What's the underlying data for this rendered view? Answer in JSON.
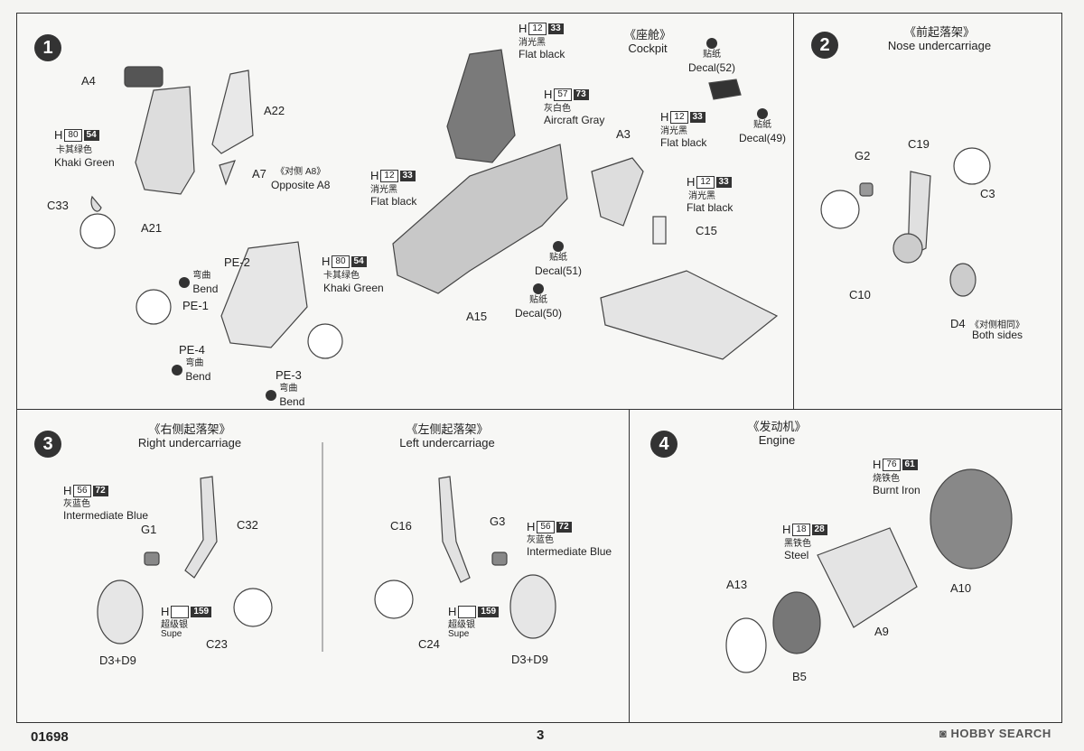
{
  "footer": {
    "product_code": "01698",
    "page_number": "3",
    "watermark": "HOBBY SEARCH"
  },
  "step1": {
    "number": "1",
    "cockpit_title_cn": "《座舱》",
    "cockpit_title_en": "Cockpit",
    "parts": {
      "a4": "A4",
      "a22": "A22",
      "a7": "A7",
      "a8_cn": "《对侧 A8》",
      "a8_en": "Opposite A8",
      "c33": "C33",
      "a21": "A21",
      "pe2": "PE-2",
      "pe1": "PE-1",
      "pe4": "PE-4",
      "pe3": "PE-3",
      "a15": "A15",
      "a3": "A3",
      "c15": "C15"
    },
    "bend_cn": "弯曲",
    "bend_en": "Bend",
    "khaki": {
      "h": "H",
      "n1": "80",
      "n2": "54",
      "cn": "卡其绿色",
      "en": "Khaki Green"
    },
    "khaki2": {
      "h": "H",
      "n1": "80",
      "n2": "54",
      "cn": "卡其绿色",
      "en": "Khaki Green"
    },
    "flat1": {
      "h": "H",
      "n1": "12",
      "n2": "33",
      "cn": "消光黑",
      "en": "Flat black"
    },
    "flat2": {
      "h": "H",
      "n1": "12",
      "n2": "33",
      "cn": "消光黑",
      "en": "Flat black"
    },
    "flat3": {
      "h": "H",
      "n1": "12",
      "n2": "33",
      "cn": "消光黑",
      "en": "Flat black"
    },
    "flat4": {
      "h": "H",
      "n1": "12",
      "n2": "33",
      "cn": "消光黑",
      "en": "Flat black"
    },
    "gray": {
      "h": "H",
      "n1": "57",
      "n2": "73",
      "cn": "灰白色",
      "en": "Aircraft Gray"
    },
    "decal_cn": "贴纸",
    "decals": {
      "d52": "Decal(52)",
      "d49": "Decal(49)",
      "d51": "Decal(51)",
      "d50": "Decal(50)"
    }
  },
  "step2": {
    "number": "2",
    "title_cn": "《前起落架》",
    "title_en": "Nose undercarriage",
    "parts": {
      "g2": "G2",
      "c19": "C19",
      "c3": "C3",
      "c10": "C10",
      "d4": "D4"
    },
    "both_cn": "《对侧相同》",
    "both_en": "Both sides"
  },
  "step3": {
    "number": "3",
    "right_cn": "《右侧起落架》",
    "right_en": "Right undercarriage",
    "left_cn": "《左侧起落架》",
    "left_en": "Left undercarriage",
    "parts": {
      "g1": "G1",
      "c32": "C32",
      "c23": "C23",
      "d3d9a": "D3+D9",
      "c16": "C16",
      "g3": "G3",
      "c24": "C24",
      "d3d9b": "D3+D9"
    },
    "blue1": {
      "h": "H",
      "n1": "56",
      "n2": "72",
      "cn": "灰蓝色",
      "en": "Intermediate Blue"
    },
    "blue2": {
      "h": "H",
      "n1": "56",
      "n2": "72",
      "cn": "灰蓝色",
      "en": "Intermediate Blue"
    },
    "supe1": {
      "h": "H",
      "n2": "159",
      "cn": "超级银",
      "en": "Supe"
    },
    "supe2": {
      "h": "H",
      "n2": "159",
      "cn": "超级银",
      "en": "Supe"
    }
  },
  "step4": {
    "number": "4",
    "title_cn": "《发动机》",
    "title_en": "Engine",
    "parts": {
      "a13": "A13",
      "b5": "B5",
      "a9": "A9",
      "a10": "A10"
    },
    "burnt": {
      "h": "H",
      "n1": "76",
      "n2": "61",
      "cn": "烧铁色",
      "en": "Burnt Iron"
    },
    "steel": {
      "h": "H",
      "n1": "18",
      "n2": "28",
      "cn": "黑铁色",
      "en": "Steel"
    }
  }
}
